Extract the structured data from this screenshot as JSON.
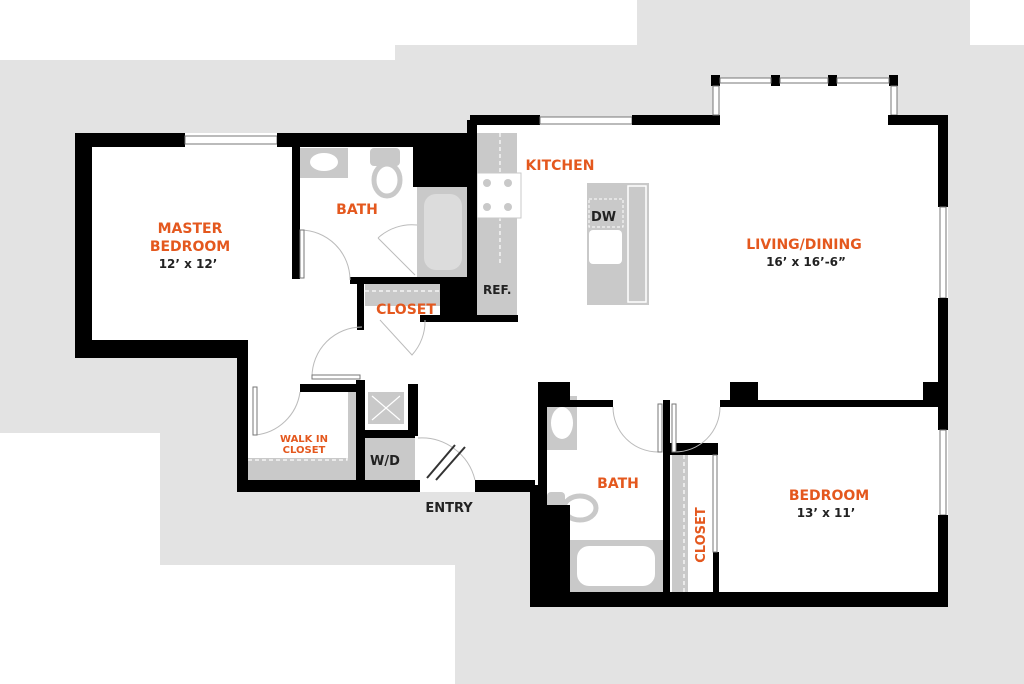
{
  "rooms": {
    "master_bedroom": {
      "line1": "MASTER",
      "line2": "BEDROOM",
      "size": "12’ x 12’"
    },
    "master_bath": {
      "label": "BATH"
    },
    "closet_hall": {
      "label": "CLOSET"
    },
    "walk_in_closet": {
      "line1": "WALK IN",
      "line2": "CLOSET"
    },
    "kitchen": {
      "label": "KITCHEN"
    },
    "living_dining": {
      "label": "LIVING/DINING",
      "size": "16’ x 16’-6”"
    },
    "bath2": {
      "label": "BATH"
    },
    "closet2": {
      "label": "CLOSET"
    },
    "bedroom": {
      "label": "BEDROOM",
      "size": "13’ x 11’"
    },
    "entry": {
      "label": "ENTRY"
    }
  },
  "fixtures": {
    "dishwasher": "DW",
    "refrigerator": "REF.",
    "washer_dryer": "W/D"
  },
  "colors": {
    "label": "#e4581e",
    "wall": "#000000",
    "surround": "#e3e3e3",
    "fixture": "#c9c9c9"
  }
}
